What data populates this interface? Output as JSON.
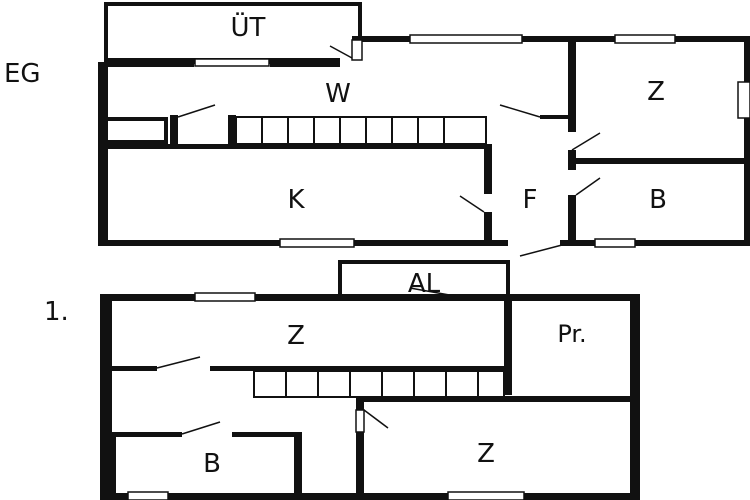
{
  "floors": [
    {
      "label": "EG",
      "rooms": [
        "ÜT",
        "W",
        "Z",
        "K",
        "F",
        "B"
      ]
    },
    {
      "label": "1.",
      "rooms": [
        "AL",
        "Z",
        "Pr.",
        "B",
        "Z"
      ]
    }
  ]
}
